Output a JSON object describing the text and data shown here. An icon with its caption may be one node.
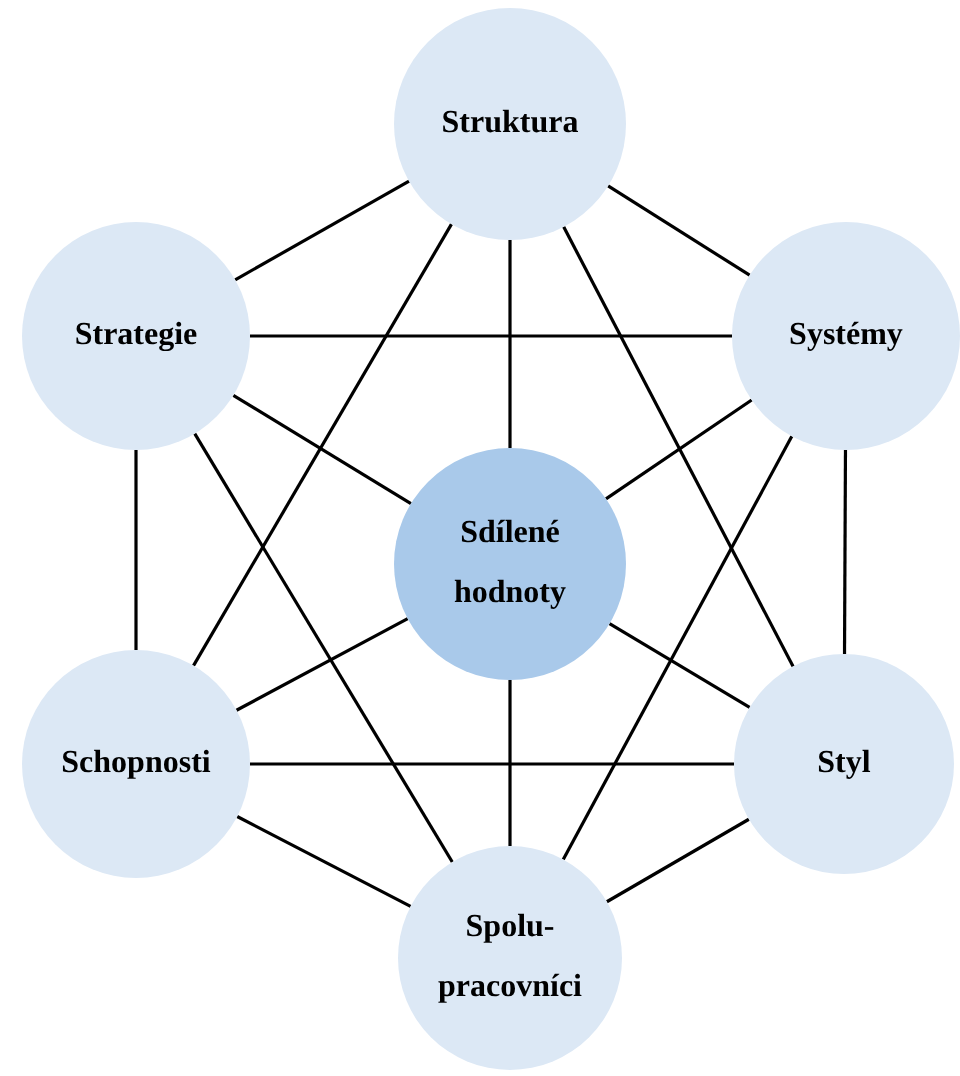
{
  "diagram": {
    "nodes": [
      {
        "text": [
          "Struktura"
        ]
      },
      {
        "text": [
          "Strategie"
        ]
      },
      {
        "text": [
          "Systémy"
        ]
      },
      {
        "text": [
          "Sdílené hodnoty"
        ]
      },
      {
        "text": [
          "Schopnosti"
        ]
      },
      {
        "text": [
          "Styl"
        ]
      },
      {
        "text": [
          "Spolu- pracovníci"
        ]
      }
    ],
    "edges": [
      {
        "from": 0,
        "to": 1,
        "arrow": "none"
      },
      {
        "from": 0,
        "to": 2,
        "arrow": "none"
      },
      {
        "from": 0,
        "to": 3,
        "arrow": "none"
      },
      {
        "from": 0,
        "to": 4,
        "arrow": "none"
      },
      {
        "from": 0,
        "to": 5,
        "arrow": "none"
      },
      {
        "from": 1,
        "to": 2,
        "arrow": "none"
      },
      {
        "from": 1,
        "to": 3,
        "arrow": "none"
      },
      {
        "from": 1,
        "to": 4,
        "arrow": "none"
      },
      {
        "from": 1,
        "to": 6,
        "arrow": "none"
      },
      {
        "from": 2,
        "to": 3,
        "arrow": "none"
      },
      {
        "from": 2,
        "to": 5,
        "arrow": "none"
      },
      {
        "from": 2,
        "to": 6,
        "arrow": "none"
      },
      {
        "from": 3,
        "to": 4,
        "arrow": "none"
      },
      {
        "from": 3,
        "to": 5,
        "arrow": "none"
      },
      {
        "from": 3,
        "to": 6,
        "arrow": "none"
      },
      {
        "from": 4,
        "to": 5,
        "arrow": "none"
      },
      {
        "from": 4,
        "to": 6,
        "arrow": "none"
      },
      {
        "from": 5,
        "to": 6,
        "arrow": "none"
      }
    ]
  }
}
